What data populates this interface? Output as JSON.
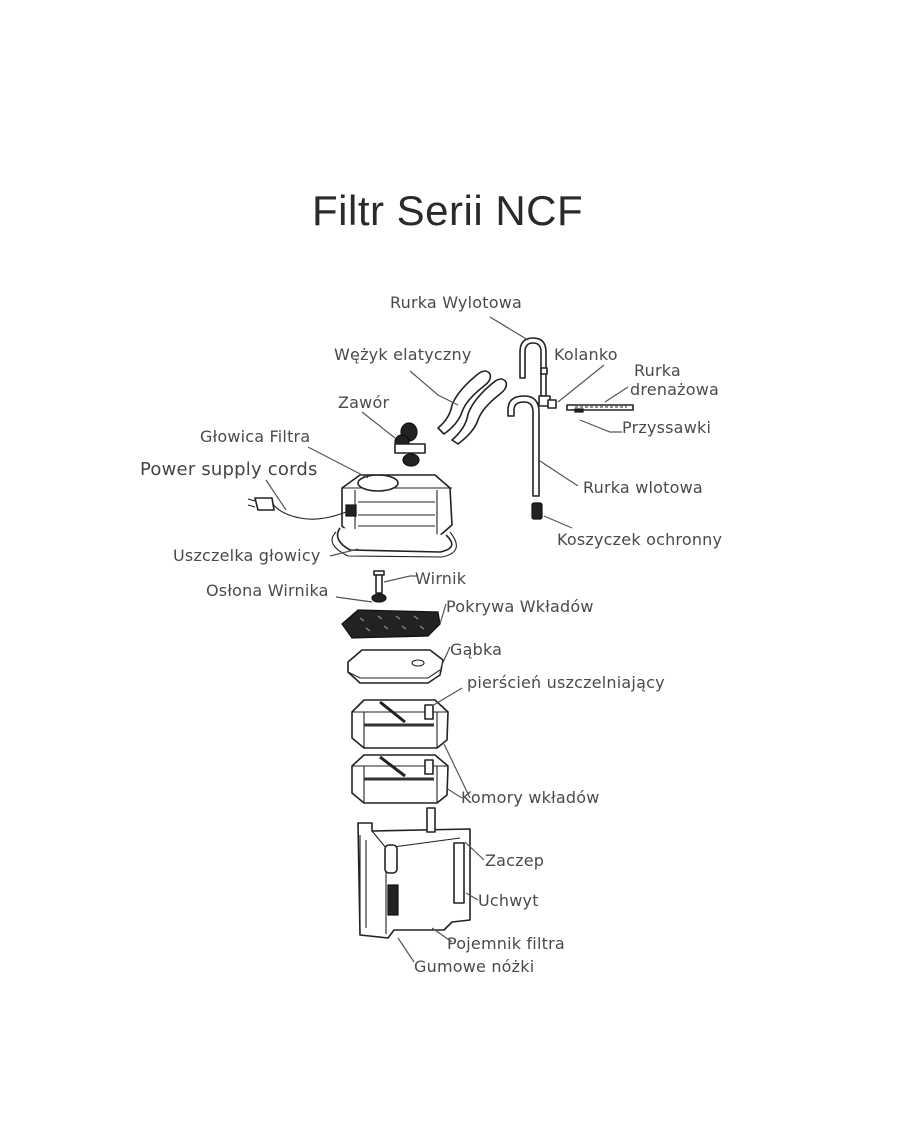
{
  "title": "Filtr Serii NCF",
  "labels": {
    "outlet_pipe": "Rurka Wylotowa",
    "hose": "Wężyk elatyczny",
    "elbow": "Kolanko",
    "drain_pipe_1": "Rurka",
    "drain_pipe_2": "drenażowa",
    "valve": "Zawór",
    "suction_cups": "Przyssawki",
    "filter_head": "Głowica Filtra",
    "power_cords": "Power supply cords",
    "inlet_pipe": "Rurka wlotowa",
    "strainer": "Koszyczek ochronny",
    "head_gasket": "Uszczelka głowicy",
    "impeller": "Wirnik",
    "impeller_cover": "Osłona Wirnika",
    "media_cover": "Pokrywa Wkładów",
    "sponge": "Gąbka",
    "sealing_ring": "pierścień uszczelniający",
    "media_trays": "Komory wkładów",
    "latch": "Zaczep",
    "handle": "Uchwyt",
    "canister": "Pojemnik filtra",
    "rubber_feet": "Gumowe nóżki"
  },
  "colors": {
    "ink": "#222222",
    "label": "#4a4a4a",
    "background": "#ffffff"
  }
}
